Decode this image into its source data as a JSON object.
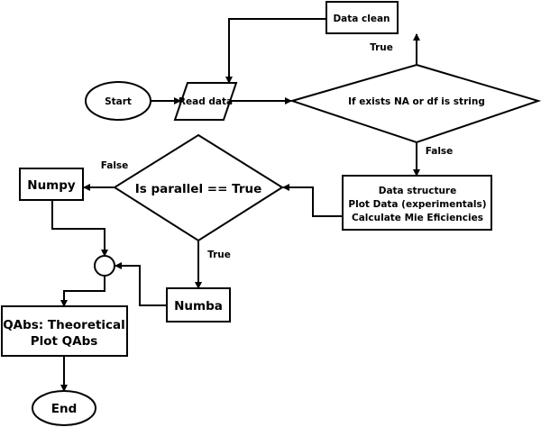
{
  "nodes": {
    "start": "Start",
    "read_data": "Read data",
    "check_na": "If exists NA or df is string",
    "data_clean": "Data clean",
    "data_structure": [
      "Data structure",
      "Plot Data (experimentals)",
      "Calculate Mie Eficiencies"
    ],
    "is_parallel": "Is parallel == True",
    "numpy": "Numpy",
    "numba": "Numba",
    "qabs": [
      "QAbs: Theoretical",
      "Plot QAbs"
    ],
    "end": "End"
  },
  "edge_labels": {
    "check_true": "True",
    "check_false": "False",
    "parallel_false": "False",
    "parallel_true": "True"
  }
}
